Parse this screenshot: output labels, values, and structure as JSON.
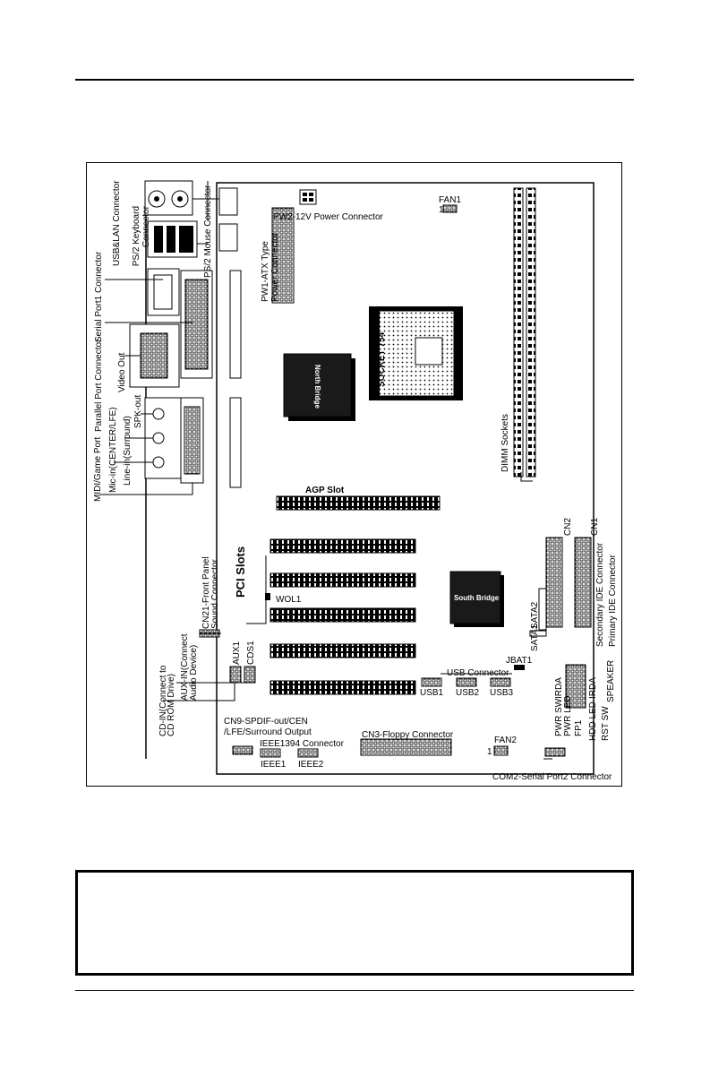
{
  "labels": {
    "ps2_keyboard": "PS/2 Keyboard",
    "keyboard_connector": "Connector",
    "usb_lan": "USB&LAN Connector",
    "ps2_mouse": "PS/2 Mouse Connector",
    "serial_port1": "Serial Port1 Connector",
    "parallel_port": "Parallel Port Connector",
    "video_out": "Video Out",
    "spk_out": "SPK-out",
    "line_in": "Line-in(Surround)",
    "mic_in": "Mic-in(CENTER/LFE)",
    "midi_game": "MIDI/Game Port",
    "pw2": "PW2-12V Power Connector",
    "fan1": "FAN1",
    "pw1_line1": "PW1-ATX Type",
    "pw1_line2": "Power Connector",
    "north_bridge": "North Bridge",
    "socket": "SOCKET 754",
    "dimm": "DIMM Sockets",
    "agp": "AGP Slot",
    "pci": "PCI Slots",
    "wol1": "WOL1",
    "cn21_line1": "CN21-Front Panel",
    "cn21_line2": "Sound Connector",
    "cd_in_line1": "CD-IN(Connect to",
    "cd_in_line2": "CD ROM Drive)",
    "aux_in_line1": "AUX-IN(Connect",
    "aux_in_line2": "Audio Device)",
    "aux1": "AUX1",
    "cds1": "CDS1",
    "south_bridge": "South Bridge",
    "sata2": "SATA2",
    "sata1": "SATA1",
    "jbat1": "JBAT1",
    "cn2": "CN2",
    "cn1": "CN1",
    "secondary_ide": "Secondary IDE Connector",
    "primary_ide": "Primary IDE Connector",
    "usb_connector": "USB Connector",
    "usb1": "USB1",
    "usb2": "USB2",
    "usb3": "USB3",
    "cn9_line1": "CN9-SPDIF-out/CEN",
    "cn9_line2": "/LFE/Surround Output",
    "ieee1394": "IEEE1394 Connector",
    "ieee1": "IEEE1",
    "ieee2": "IEEE2",
    "cn3": "CN3-Floppy Connector",
    "fan2": "FAN2",
    "pwr_sw": "PWR SW",
    "irda_top": "IRDA",
    "pwr_led": "PWR LED",
    "fp1": "FP1",
    "hdd_led": "HDD LED",
    "irda_bottom": "IRDA",
    "rst_sw": "RST SW",
    "speaker": "SPEAKER",
    "com2": "COM2-Serial Port2 Connector",
    "pin1": "1"
  }
}
